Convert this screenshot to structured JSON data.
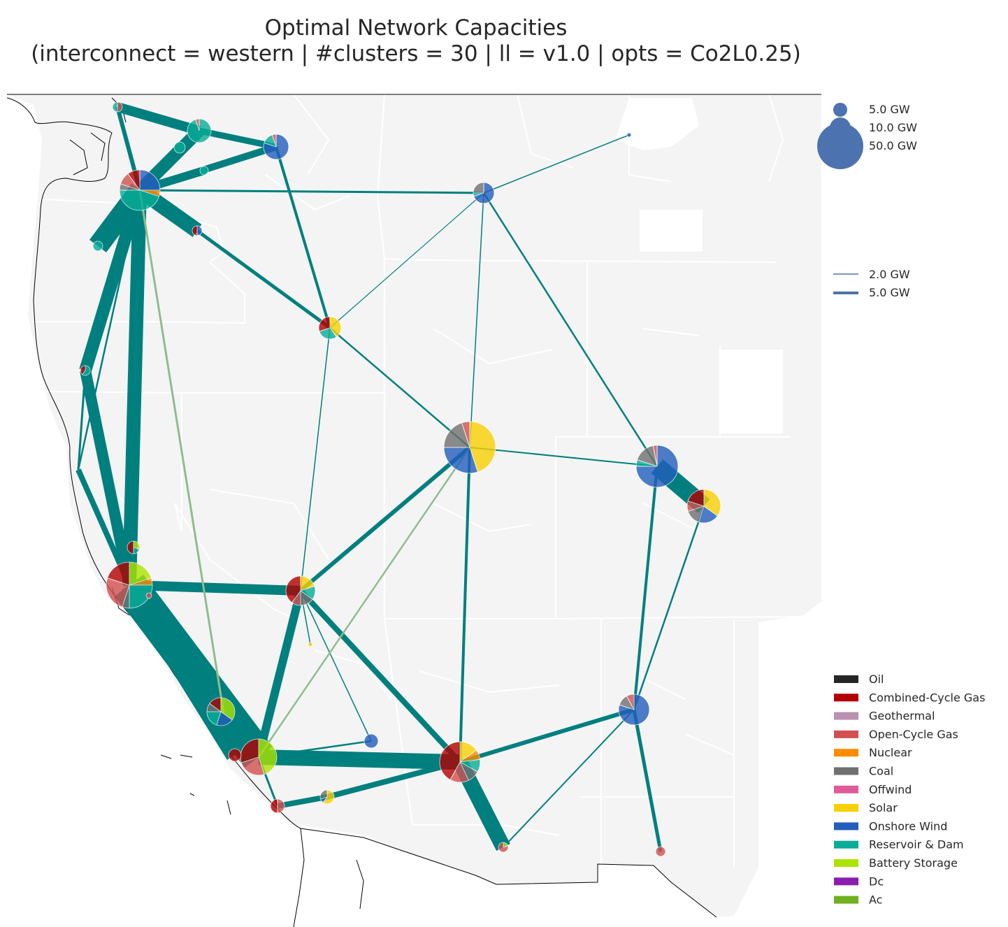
{
  "title": {
    "line1": "Optimal Network Capacities",
    "line2": "(interconnect = western | #clusters = 30 | ll = v1.0 | opts = Co2L0.25)"
  },
  "colors": {
    "Oil": "#262626",
    "Combined-Cycle Gas": "#b20000",
    "Geothermal": "#ba91b1",
    "Open-Cycle Gas": "#d35050",
    "Nuclear": "#ff8c00",
    "Coal": "#707070",
    "Offwind": "#e05b9a",
    "Solar": "#f9d002",
    "Onshore Wind": "#235ebc",
    "Reservoir & Dam": "#08ad97",
    "Battery Storage": "#ace400",
    "Dc": "#8a1caf",
    "Ac": "#70af1d",
    "line_ac": "#007f7f",
    "link_dc": "#8fbc8f",
    "land": "#f4f4f4",
    "size_legend": "#4c72b0"
  },
  "legend": {
    "bus_sizes": [
      "5.0 GW",
      "10.0 GW",
      "50.0 GW"
    ],
    "line_widths": [
      "2.0 GW",
      "5.0 GW"
    ],
    "carriers": [
      "Oil",
      "Combined-Cycle Gas",
      "Geothermal",
      "Open-Cycle Gas",
      "Nuclear",
      "Coal",
      "Offwind",
      "Solar",
      "Onshore Wind",
      "Reservoir & Dam",
      "Battery Storage",
      "Dc",
      "Ac"
    ]
  }
}
